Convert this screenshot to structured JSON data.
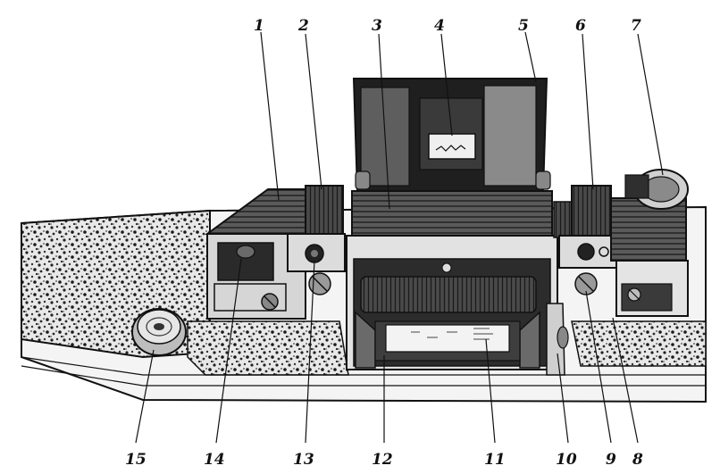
{
  "callouts": [
    {
      "n": "1"
    },
    {
      "n": "2"
    },
    {
      "n": "3"
    },
    {
      "n": "4"
    },
    {
      "n": "5"
    },
    {
      "n": "6"
    },
    {
      "n": "7"
    },
    {
      "n": "8"
    },
    {
      "n": "9"
    },
    {
      "n": "10"
    },
    {
      "n": "11"
    },
    {
      "n": "12"
    },
    {
      "n": "13"
    },
    {
      "n": "14"
    },
    {
      "n": "15"
    }
  ],
  "colors": {
    "ink": "#111111",
    "dark_fill": "#2a2a2a",
    "mid_fill": "#6f6f6f",
    "light_fill": "#c9c9c9",
    "texture": "#3a3a3a",
    "paper": "#ffffff"
  }
}
